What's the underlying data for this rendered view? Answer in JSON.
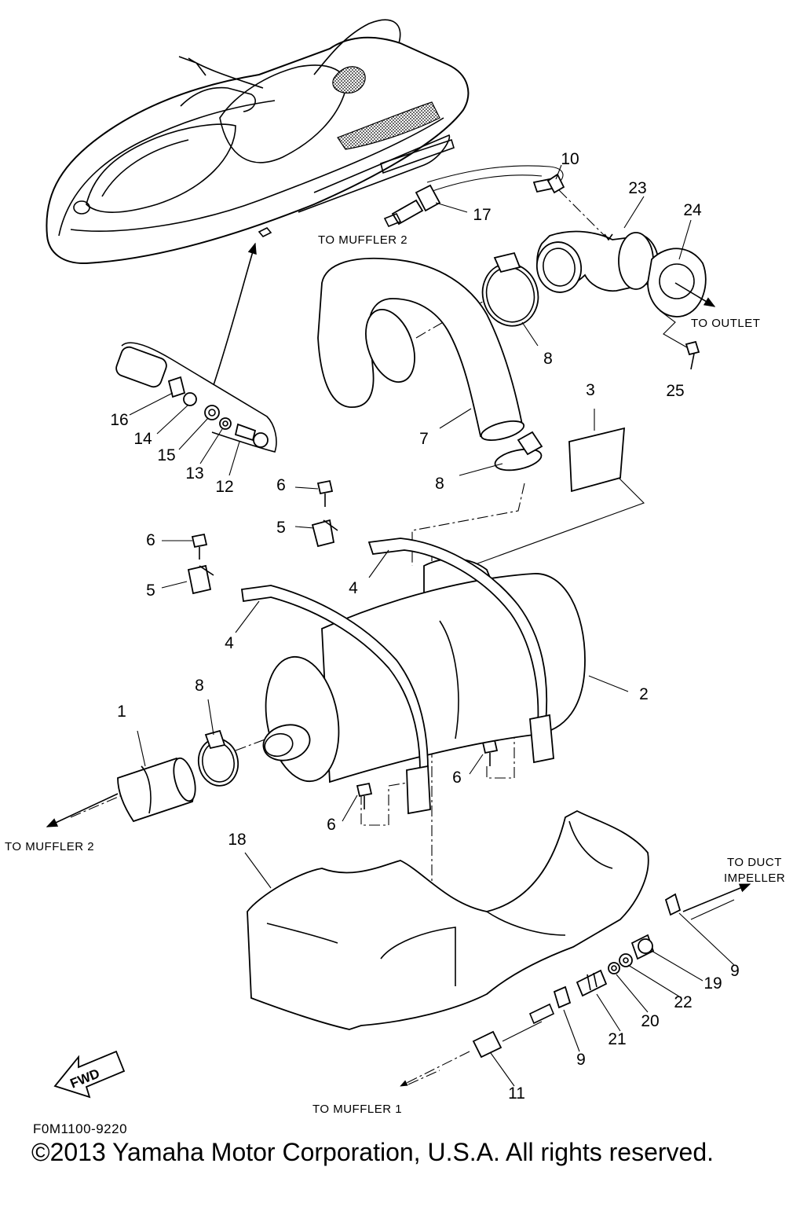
{
  "diagram": {
    "part_numbers": {
      "p1": "1",
      "p2": "2",
      "p3": "3",
      "p4a": "4",
      "p4b": "4",
      "p5a": "5",
      "p5b": "5",
      "p6a": "6",
      "p6b": "6",
      "p6c": "6",
      "p6d": "6",
      "p7": "7",
      "p8a": "8",
      "p8b": "8",
      "p8c": "8",
      "p9a": "9",
      "p9b": "9",
      "p10": "10",
      "p11": "11",
      "p12": "12",
      "p13": "13",
      "p14": "14",
      "p15": "15",
      "p16": "16",
      "p17": "17",
      "p18": "18",
      "p19": "19",
      "p20": "20",
      "p21": "21",
      "p22": "22",
      "p23": "23",
      "p24": "24",
      "p25": "25"
    },
    "destinations": {
      "to_muffler_2_top": "TO MUFFLER 2",
      "to_outlet": "TO OUTLET",
      "to_muffler_2_left": "TO MUFFLER 2",
      "to_duct_line1": "TO DUCT",
      "to_duct_line2": "IMPELLER",
      "to_muffler_1": "TO MUFFLER 1"
    },
    "fwd_label": "FWD",
    "diagram_code": "F0M1100-9220",
    "copyright": "©2013 Yamaha Motor Corporation, U.S.A. All rights reserved."
  }
}
